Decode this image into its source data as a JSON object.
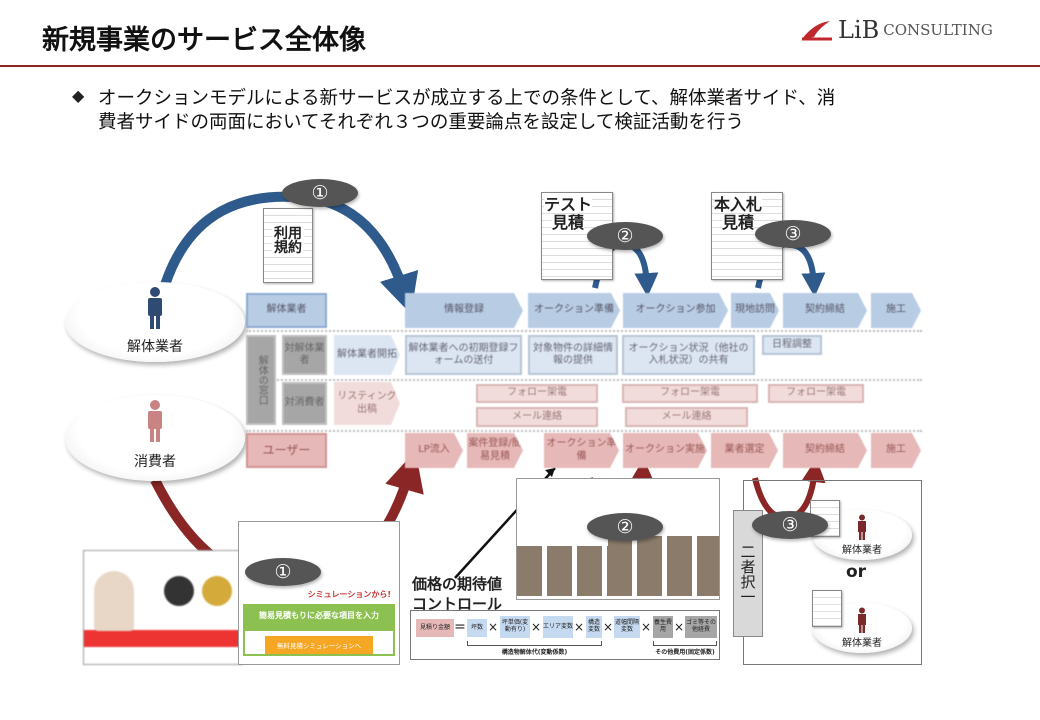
{
  "header": {
    "title": "新規事業のサービス全体像",
    "logo_text": "LiB CONSULTING"
  },
  "summary": {
    "bullet_icon": "diamond",
    "lines": [
      "オークションモデルによる新サービスが成立する上での条件として、解体業者サイド、消",
      "費者サイドの両面においてそれぞれ３つの重要論点を設定して検証活動を行う"
    ]
  },
  "actors": {
    "contractor": "解体業者",
    "consumer": "消費者"
  },
  "documents": {
    "terms": "利用規約",
    "test_estimate": [
      "テスト",
      "見積"
    ],
    "bid_estimate": [
      "本入札",
      "見積"
    ]
  },
  "badges": [
    "①",
    "②",
    "③",
    "①",
    "②",
    "③"
  ],
  "lanes": {
    "contractor_label": "解体業者",
    "window_label": "解体の窓口",
    "to_contractor": "対解体業者",
    "to_consumer": "対消費者",
    "user_label": "ユーザー",
    "contractor_steps": [
      "情報登録",
      "オークション準備",
      "オークション参加",
      "現地訪問",
      "契約締結",
      "施工"
    ],
    "window_contractor_tasks": [
      "解体業者開拓",
      "解体業者への初期登録フォームの送付",
      "対象物件の詳細情報の提供",
      "オークション状況（他社の入札状況）の共有",
      "日程調整"
    ],
    "window_consumer_tasks": [
      "リスティング出稿",
      "フォロー架電",
      "メール連絡",
      "フォロー架電",
      "メール連絡",
      "フォロー架電"
    ],
    "user_steps": [
      "LP流入",
      "案件登録/簡易見積",
      "オークション準備",
      "オークション実施",
      "業者選定",
      "契約締結",
      "施工"
    ]
  },
  "lp": {
    "cta_heading": "簡易見積もりに必要な項目を入力",
    "cta_button": "無料見積シミュレーションへ",
    "banner": "シミュレーションから!"
  },
  "price_control": {
    "label": [
      "価格の期待値",
      "コントロール"
    ],
    "formula": {
      "result": "見積り金額",
      "eq": "=",
      "times": "×",
      "terms": [
        "坪数",
        "坪単価(変動有り)",
        "エリア変数",
        "構造変数",
        "道幅間隔変数",
        "養生費用",
        "ゴミ等その他経費"
      ],
      "group1": "構造物解体代(変動係数)",
      "group2": "その他費用(固定係数)"
    }
  },
  "selection": {
    "label": "二者択一",
    "or": "or",
    "option": "解体業者"
  },
  "colors": {
    "accent_red": "#8b2323",
    "blue_arrow": "#2f5a8c",
    "red_arrow": "#8b2626"
  }
}
